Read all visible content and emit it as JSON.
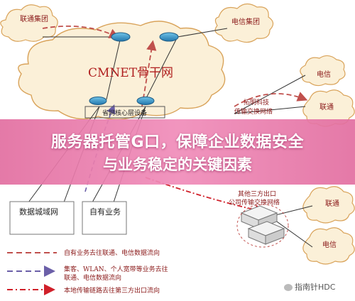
{
  "clouds": {
    "unicom_group": "联通集团",
    "telecom_group": "电信集团",
    "cmnet": "CMNET骨干网",
    "unicom_right": "联通",
    "telecom_right_top": "电信",
    "unicom_right_2": "联通",
    "telecom_right_bottom": "电信"
  },
  "boxes": {
    "core_device": "省网核心层设备",
    "tuoming": "拓明科技",
    "tuoming_sub": "传输交换网络",
    "metro": "数据城域网",
    "own_business": "自有业务",
    "third_party": "其他三方出口",
    "third_party_sub": "公司传输交换网络"
  },
  "legend": {
    "line1": "自有业务去往联通、电信数据流向",
    "line2": "集客、WLAN、个人宽带等业务去往",
    "line2b": "联通、电信数据流向",
    "line3": "本地传输链路去往第三方出口流向"
  },
  "colors": {
    "flow_own": "#c0504d",
    "flow_customer": "#6b5fa8",
    "flow_local": "#d0202a",
    "cloud_fill": "#fbf0d8",
    "cloud_stroke": "#d9a35a"
  },
  "banner": {
    "line1": "服务器托管G口，保障企业数据安全",
    "line2": "与业务稳定的关键因素"
  },
  "watermark": "指南针HDC"
}
